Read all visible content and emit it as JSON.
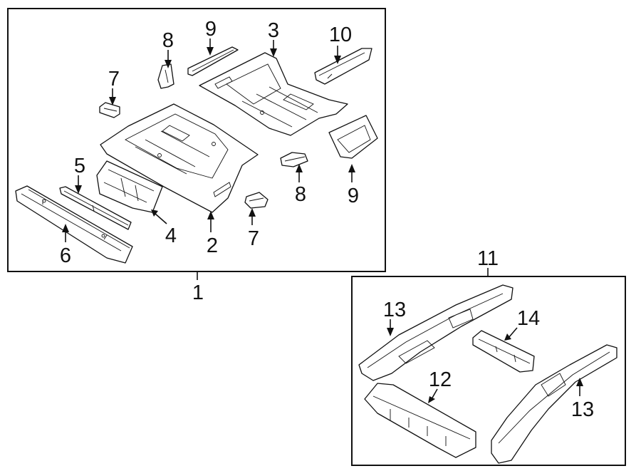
{
  "diagram": {
    "callouts": {
      "c1": "1",
      "c2": "2",
      "c3": "3",
      "c4": "4",
      "c5": "5",
      "c6": "6",
      "c7a": "7",
      "c7b": "7",
      "c8a": "8",
      "c8b": "8",
      "c9a": "9",
      "c9b": "9",
      "c10": "10",
      "c11": "11",
      "c12": "12",
      "c13a": "13",
      "c13b": "13",
      "c14": "14"
    }
  }
}
